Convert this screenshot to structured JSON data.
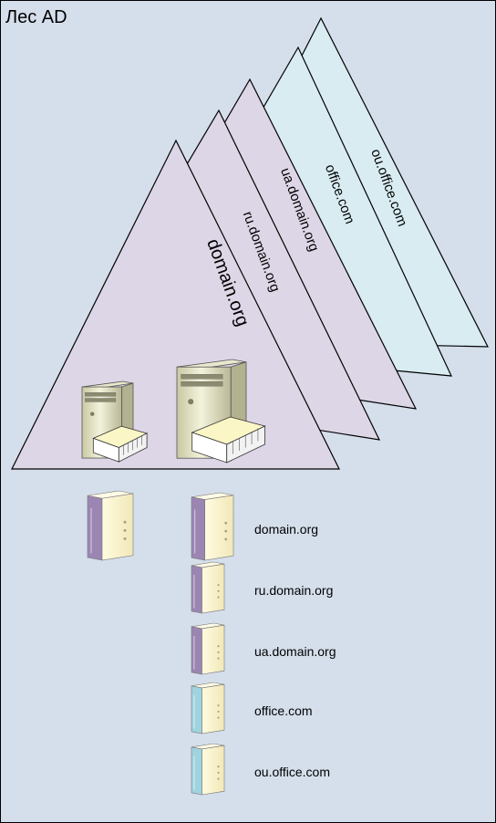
{
  "forest_title": "Лес AD",
  "domains": [
    {
      "id": "ou-office-com",
      "name": "ou.office.com",
      "fill": "#d8ecf2",
      "kind": "office"
    },
    {
      "id": "office-com",
      "name": "office.com",
      "fill": "#d8ecf2",
      "kind": "office"
    },
    {
      "id": "ua-domain-org",
      "name": "ua.domain.org",
      "fill": "#ddd6e6",
      "kind": "domain"
    },
    {
      "id": "ru-domain-org",
      "name": "ru.domain.org",
      "fill": "#ddd6e6",
      "kind": "domain"
    },
    {
      "id": "domain-org",
      "name": "domain.org",
      "fill": "#ddd6e6",
      "kind": "domain"
    }
  ],
  "legend": [
    {
      "label": "domain.org",
      "kind": "domain"
    },
    {
      "label": "ru.domain.org",
      "kind": "domain"
    },
    {
      "label": "ua.domain.org",
      "kind": "domain"
    },
    {
      "label": "office.com",
      "kind": "office"
    },
    {
      "label": "ou.office.com",
      "kind": "office"
    }
  ],
  "colors": {
    "background": "#d5dfeb",
    "domain_accent": "#9b86b3",
    "office_accent": "#9fd3e0",
    "server_body": "#eef0c8",
    "stroke": "#000000"
  },
  "icons": {
    "server": "server-icon",
    "domain_controller": "domain-controller-icon"
  }
}
